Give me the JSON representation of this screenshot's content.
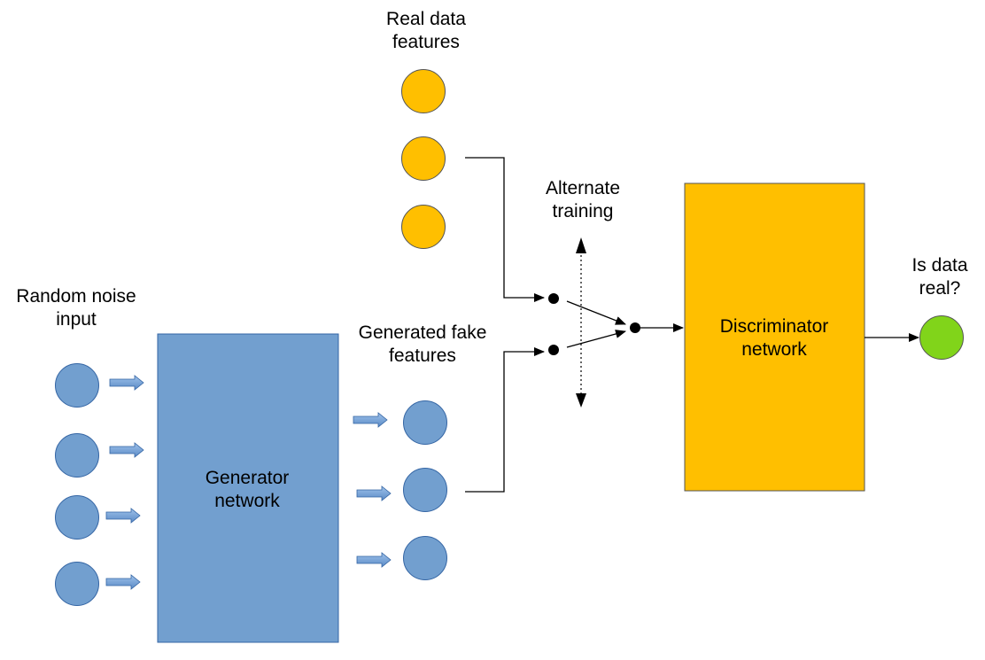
{
  "labels": {
    "real_data_line1": "Real data",
    "real_data_line2": "features",
    "noise_line1": "Random noise",
    "noise_line2": "input",
    "fake_line1": "Generated fake",
    "fake_line2": "features",
    "alternate_line1": "Alternate",
    "alternate_line2": "training",
    "output_line1": "Is data",
    "output_line2": "real?",
    "generator_line1": "Generator",
    "generator_line2": "network",
    "discriminator_line1": "Discriminator",
    "discriminator_line2": "network"
  },
  "colors": {
    "generator": "#729fcf",
    "generator_stroke": "#3465a4",
    "discriminator": "#ffbf00",
    "discriminator_stroke": "#555555",
    "real_node": "#ffbf00",
    "real_node_stroke": "#555555",
    "noise_node": "#729fcf",
    "noise_node_stroke": "#3465a4",
    "output_node": "#81d41a",
    "output_node_stroke": "#555555",
    "connector": "#000000"
  },
  "icons": {
    "input_arrow": "block-arrow-right-icon",
    "junction": "junction-dot-icon"
  }
}
